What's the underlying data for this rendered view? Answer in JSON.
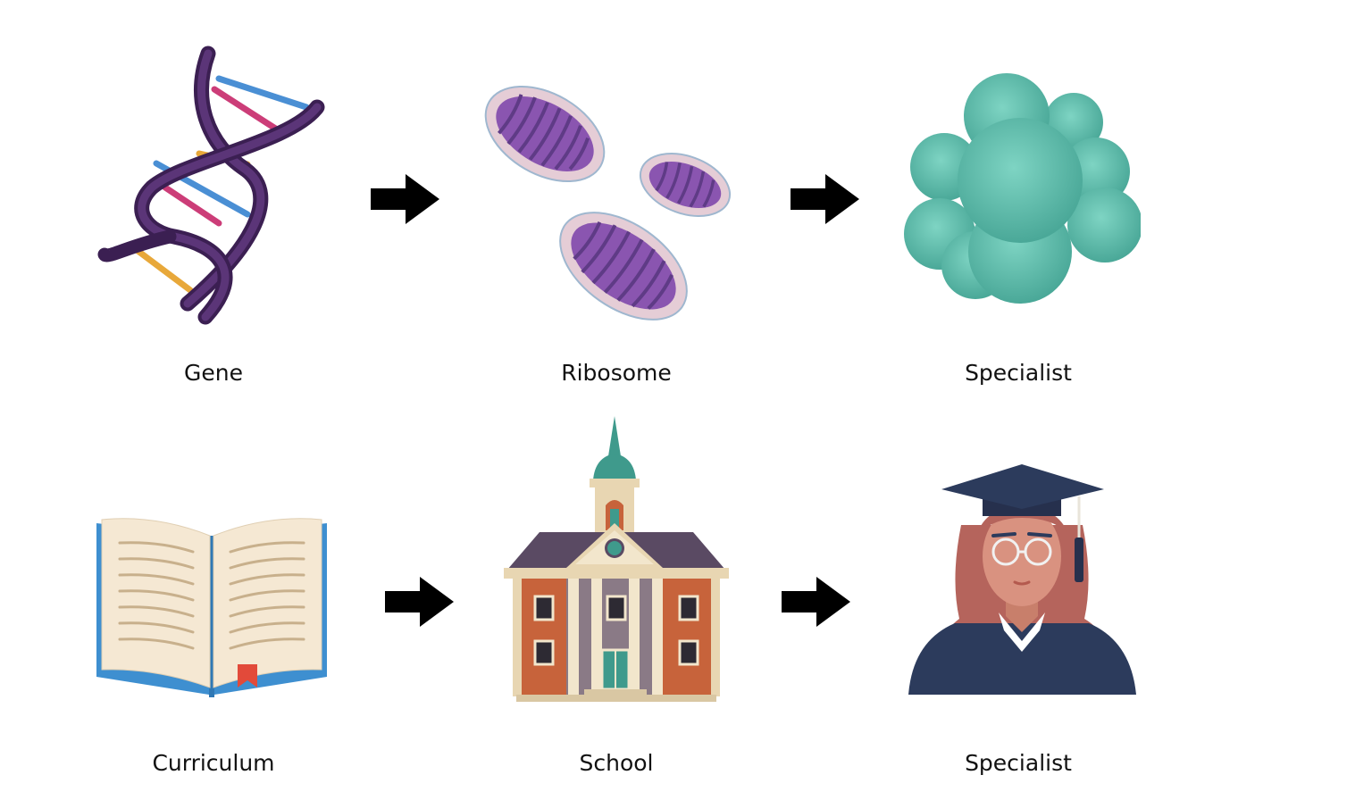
{
  "rows": [
    {
      "steps": [
        {
          "label": "Gene",
          "icon": "dna-icon"
        },
        {
          "label": "Ribosome",
          "icon": "organelle-icon"
        },
        {
          "label": "Specialist",
          "icon": "cell-cluster-icon"
        }
      ]
    },
    {
      "steps": [
        {
          "label": "Curriculum",
          "icon": "book-icon"
        },
        {
          "label": "School",
          "icon": "school-building-icon"
        },
        {
          "label": "Specialist",
          "icon": "graduate-icon"
        }
      ]
    }
  ],
  "colors": {
    "dna_strand": "#4a2a63",
    "dna_blue": "#4a8fd4",
    "dna_pink": "#cc3d78",
    "dna_orange": "#e8a83a",
    "organelle_fill": "#8a55b0",
    "organelle_membrane": "#dfc3cf",
    "cell_teal": "#5cc0ae",
    "book_cover": "#3e8fd0",
    "book_page": "#f5e8d3",
    "brick": "#c7633b",
    "roof": "#5a4a63",
    "dome": "#3f9a8c",
    "gown": "#2c3b5c",
    "hair": "#b5645c",
    "arrow": "#000000"
  }
}
